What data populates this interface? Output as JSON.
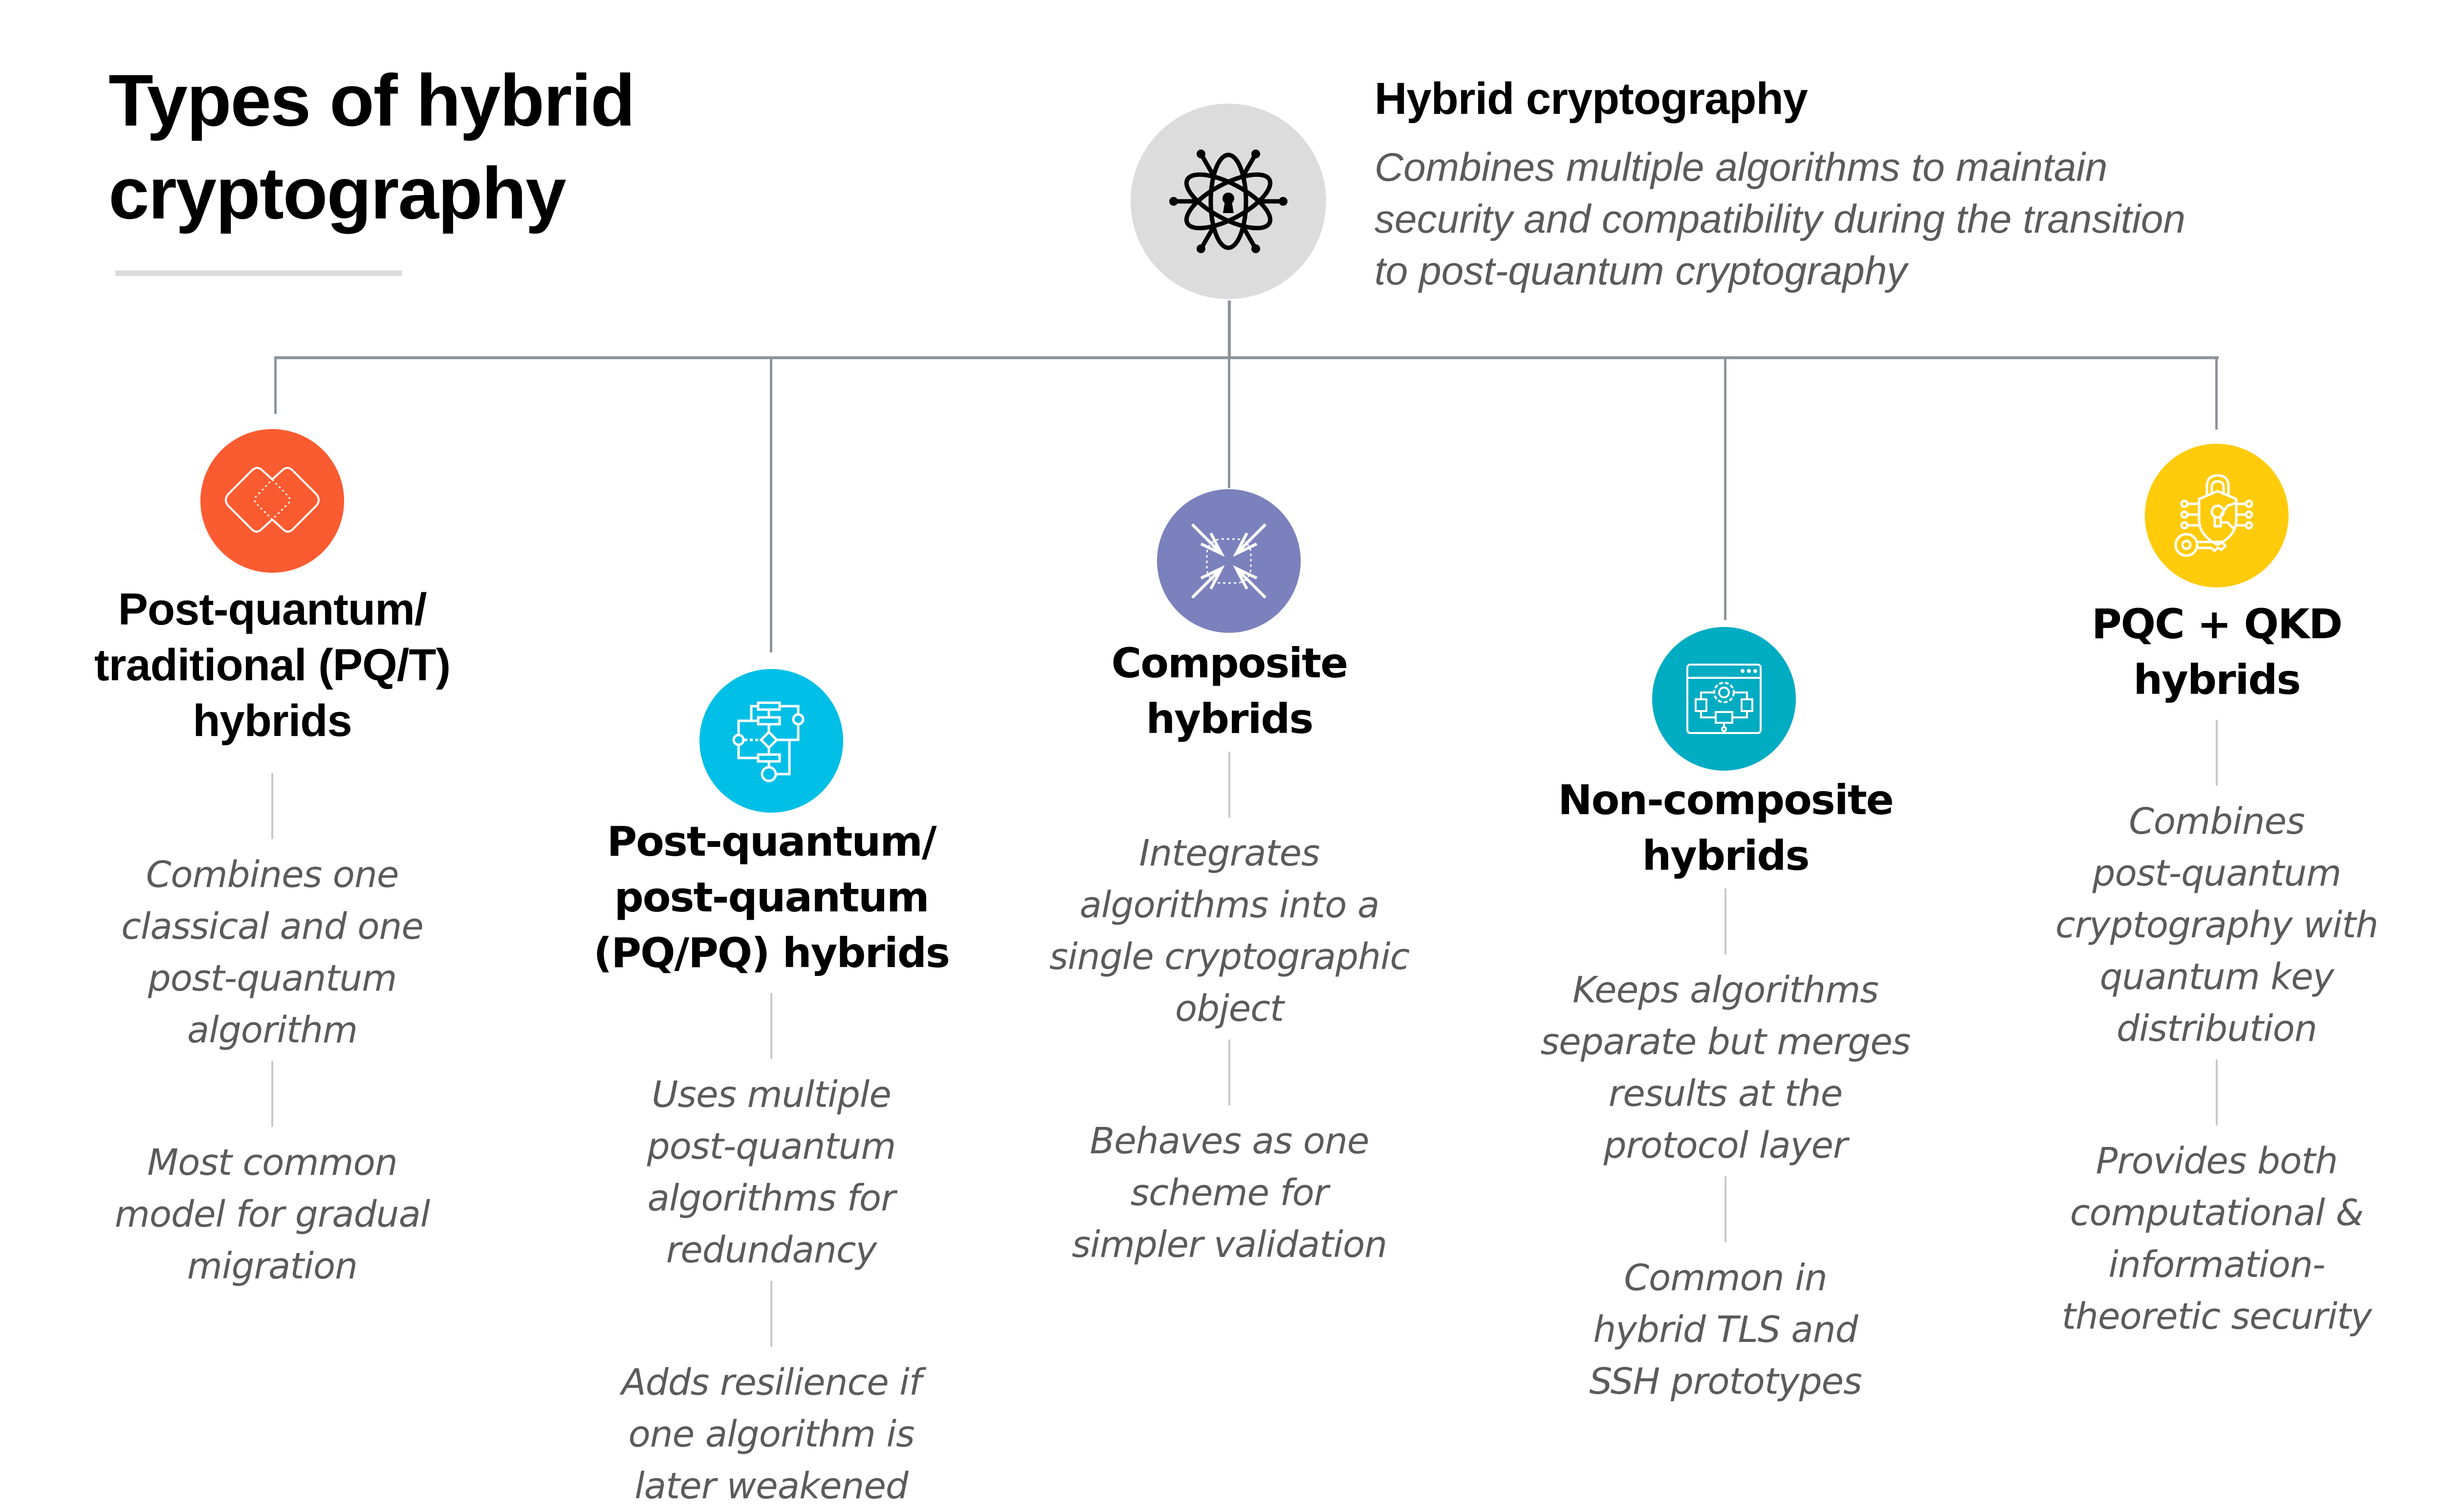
{
  "header": {
    "title_line1": "Types of hybrid",
    "title_line2": "cryptography"
  },
  "root": {
    "title": "Hybrid cryptography",
    "description": "Combines multiple algorithms to maintain security and compatibility during the transition to post-quantum cryptography",
    "icon": "atom-keyhole-icon",
    "color": "#dcdcdc"
  },
  "columns": [
    {
      "title": "Post-quantum/\ntraditional (PQ/T)\nhybrids",
      "icon": "overlapping-diamonds-icon",
      "color": "#fb5b30",
      "points": [
        "Combines one\nclassical and one\npost-quantum\nalgorithm",
        "Most common\nmodel for gradual\nmigration"
      ]
    },
    {
      "title": "Post-quantum/\npost-quantum\n(PQ/PQ) hybrids",
      "icon": "flowchart-icon",
      "color": "#00bfe6",
      "points": [
        "Uses multiple\npost-quantum\nalgorithms for\nredundancy",
        "Adds resilience if\none algorithm is\nlater weakened"
      ]
    },
    {
      "title": "Composite\nhybrids",
      "icon": "converging-arrows-icon",
      "color": "#7b81bd",
      "points": [
        "Integrates\nalgorithms into a\nsingle cryptographic\nobject",
        "Behaves as one\nscheme for\nsimpler validation"
      ]
    },
    {
      "title": "Non-composite\nhybrids",
      "icon": "browser-gear-workflow-icon",
      "color": "#00acc2",
      "points": [
        "Keeps algorithms\nseparate but merges\nresults at the\nprotocol layer",
        "Common in\nhybrid TLS and\nSSH prototypes"
      ]
    },
    {
      "title": "PQC + QKD\nhybrids",
      "icon": "shield-lock-key-icon",
      "color": "#ffcb0a",
      "points": [
        "Combines\npost-quantum\ncryptography with\nquantum key\ndistribution",
        "Provides both\ncomputational &\ninformation-\ntheoretic security"
      ]
    }
  ],
  "colors": {
    "connector": "#8e949a",
    "separator": "#c8c8c8",
    "title_text": "#000000",
    "desc_text": "#5b5b5b"
  }
}
